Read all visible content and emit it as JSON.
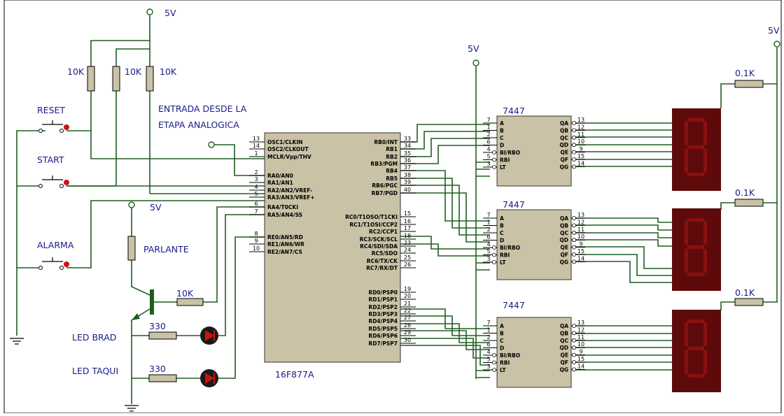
{
  "labels": {
    "vcc_top": "5V",
    "vcc_mid": "5V",
    "vcc_right": "5V",
    "vcc_parlante": "5V",
    "r_reset": "10K",
    "r_start": "10K",
    "r_alarma": "10K",
    "r_base": "10K",
    "r_brad": "330",
    "r_taqui": "330",
    "r_disp1": "0.1K",
    "r_disp2": "0.1K",
    "r_disp3": "0.1K",
    "reset": "RESET",
    "start": "START",
    "alarma": "ALARMA",
    "parlante": "PARLANTE",
    "led_brad": "LED BRAD",
    "led_taqui": "LED TAQUI",
    "entrada_1": "ENTRADA DESDE LA",
    "entrada_2": "ETAPA ANALOGICA",
    "mcu_name": "16F877A",
    "dec1": "7447",
    "dec2": "7447",
    "dec3": "7447"
  },
  "mcu": {
    "left_pins": [
      {
        "num": "13",
        "name": "OSC1/CLKIN"
      },
      {
        "num": "14",
        "name": "OSC2/CLKOUT"
      },
      {
        "num": "1",
        "name": "MCLR/Vpp/THV"
      },
      {
        "num": "2",
        "name": "RA0/AN0"
      },
      {
        "num": "3",
        "name": "RA1/AN1"
      },
      {
        "num": "4",
        "name": "RA2/AN2/VREF-"
      },
      {
        "num": "5",
        "name": "RA3/AN3/VREF+"
      },
      {
        "num": "6",
        "name": "RA4/T0CKI"
      },
      {
        "num": "7",
        "name": "RA5/AN4/SS"
      },
      {
        "num": "8",
        "name": "RE0/AN5/RD"
      },
      {
        "num": "9",
        "name": "RE1/AN6/WR"
      },
      {
        "num": "10",
        "name": "RE2/AN7/CS"
      }
    ],
    "right_pins": [
      {
        "num": "33",
        "name": "RB0/INT"
      },
      {
        "num": "34",
        "name": "RB1"
      },
      {
        "num": "35",
        "name": "RB2"
      },
      {
        "num": "36",
        "name": "RB3/PGM"
      },
      {
        "num": "37",
        "name": "RB4"
      },
      {
        "num": "38",
        "name": "RB5"
      },
      {
        "num": "39",
        "name": "RB6/PGC"
      },
      {
        "num": "40",
        "name": "RB7/PGD"
      },
      {
        "num": "15",
        "name": "RC0/T1OSO/T1CKI"
      },
      {
        "num": "16",
        "name": "RC1/T1OSI/CCP2"
      },
      {
        "num": "17",
        "name": "RC2/CCP1"
      },
      {
        "num": "18",
        "name": "RC3/SCK/SCL"
      },
      {
        "num": "23",
        "name": "RC4/SDI/SDA"
      },
      {
        "num": "24",
        "name": "RC5/SDO"
      },
      {
        "num": "25",
        "name": "RC6/TX/CK"
      },
      {
        "num": "26",
        "name": "RC7/RX/DT"
      },
      {
        "num": "19",
        "name": "RD0/PSP0"
      },
      {
        "num": "20",
        "name": "RD1/PSP1"
      },
      {
        "num": "21",
        "name": "RD2/PSP2"
      },
      {
        "num": "22",
        "name": "RD3/PSP3"
      },
      {
        "num": "27",
        "name": "RD4/PSP4"
      },
      {
        "num": "28",
        "name": "RD5/PSP5"
      },
      {
        "num": "29",
        "name": "RD6/PSP6"
      },
      {
        "num": "30",
        "name": "RD7/PSP7"
      }
    ]
  },
  "decoder": {
    "left_pins": [
      {
        "num": "7",
        "name": "A"
      },
      {
        "num": "1",
        "name": "B"
      },
      {
        "num": "2",
        "name": "C"
      },
      {
        "num": "6",
        "name": "D"
      },
      {
        "num": "4",
        "name": "BI/RBO"
      },
      {
        "num": "5",
        "name": "RBI"
      },
      {
        "num": "3",
        "name": "LT"
      }
    ],
    "right_pins": [
      {
        "num": "13",
        "name": "QA"
      },
      {
        "num": "12",
        "name": "QB"
      },
      {
        "num": "11",
        "name": "QC"
      },
      {
        "num": "10",
        "name": "QD"
      },
      {
        "num": "9",
        "name": "QE"
      },
      {
        "num": "15",
        "name": "QF"
      },
      {
        "num": "14",
        "name": "QG"
      }
    ]
  },
  "colors": {
    "wire": "#1f5e1f",
    "chip_fill": "#c9c2a6",
    "display_body": "#5e0a0a",
    "segment": "#8a1010",
    "label_text": "#1a1a8a"
  }
}
